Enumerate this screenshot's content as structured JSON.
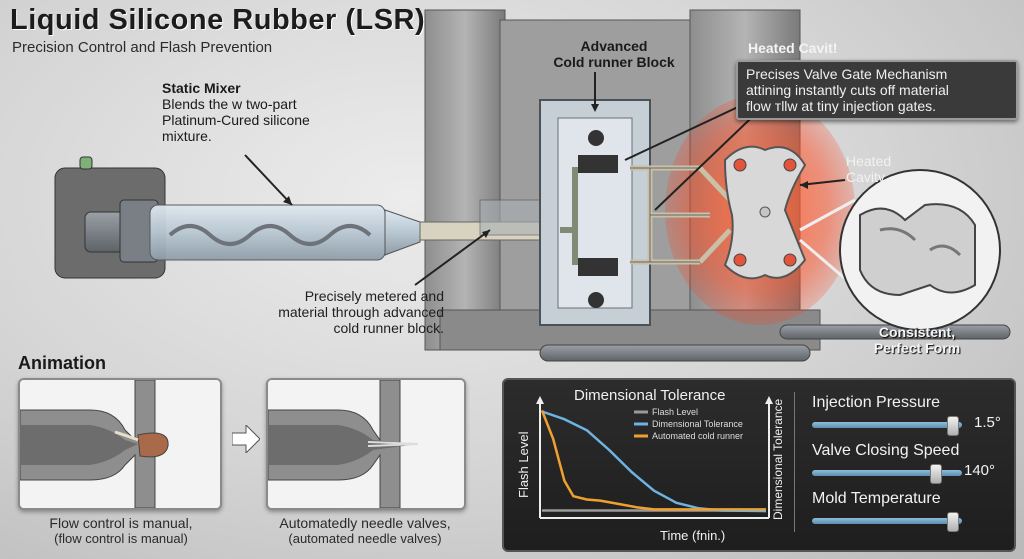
{
  "header": {
    "title": "Liquid Silicone Rubber (LSR)",
    "subtitle": "Precision Control and Flash Prevention"
  },
  "labels": {
    "static_mixer_title": "Static Mixer",
    "static_mixer_desc": [
      "Blends the w two-part",
      "Platinum-Cured silicone",
      "mixture."
    ],
    "cold_runner_title": [
      "Advanced",
      "Cold runner Block"
    ],
    "heated_cavit_title": "Heated Cavit!",
    "valve_gate_desc": [
      "Precises Valve Gate Mechanism",
      "attining instantly cuts off material",
      "flow тllw at tiny injection gates."
    ],
    "heated_cavity": [
      "Heated",
      "Cavity"
    ],
    "metered_desc": [
      "Precisely metered and",
      "material through advanced",
      "cold runner block."
    ],
    "consistent": [
      "Consistent,",
      "Perfect Form"
    ]
  },
  "animation": {
    "heading": "Animation",
    "left_caption": [
      "Flow control is manual,",
      "(flow control is manual)"
    ],
    "right_caption": [
      "Automatedly needle valves,",
      "(automated needle valves)"
    ]
  },
  "chart_data": {
    "type": "line",
    "title": "Dimensional Tolerance",
    "xlabel": "Time (fnin.)",
    "ylabel": "Flash Level",
    "ylabel_right": "Dimensional Tolerance",
    "legend": [
      "Flash Level",
      "Dimensional Tolerance",
      "Automated cold runner"
    ],
    "legend_position": "top",
    "xlim": [
      0,
      10
    ],
    "ylim": [
      0,
      10
    ],
    "series": [
      {
        "name": "Flash Level",
        "color": "#9a9a9a",
        "x": [
          0,
          10
        ],
        "y": [
          0.5,
          0.5
        ]
      },
      {
        "name": "Dimensional Tolerance",
        "color": "#6fb3e0",
        "x": [
          0,
          1.0,
          2.0,
          3.0,
          4.0,
          5.0,
          6.0,
          7.0,
          8.0,
          10.0
        ],
        "y": [
          9.5,
          8.8,
          7.8,
          6.0,
          4.0,
          2.3,
          1.2,
          0.7,
          0.5,
          0.45
        ]
      },
      {
        "name": "Automated cold runner",
        "color": "#f0a030",
        "x": [
          0,
          0.5,
          1.0,
          1.4,
          2.0,
          2.6,
          3.4,
          4.2,
          5.0,
          10.0
        ],
        "y": [
          9.6,
          7.0,
          3.2,
          1.8,
          1.5,
          1.4,
          1.1,
          0.8,
          0.6,
          0.6
        ]
      }
    ]
  },
  "controls": [
    {
      "label": "Injection Pressure",
      "value_text": "1.5°",
      "level": 0.93
    },
    {
      "label": "Valve Closing Speed",
      "value_text": "140°",
      "level": 0.82
    },
    {
      "label": "Mold Temperature",
      "value_text": "",
      "level": 0.93
    }
  ]
}
